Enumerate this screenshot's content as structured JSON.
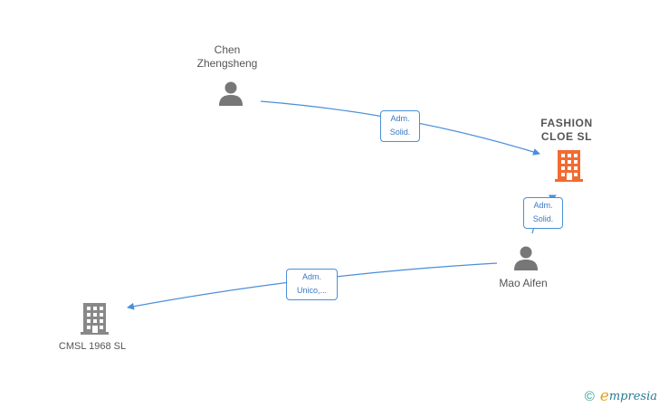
{
  "nodes": {
    "chen": {
      "name": "Chen\nZhengsheng",
      "kind": "person"
    },
    "fashion": {
      "name": "FASHION\nCLOE  SL",
      "kind": "company-main"
    },
    "mao": {
      "name": "Mao Aifen",
      "kind": "person"
    },
    "cmsl": {
      "name": "CMSL 1968 SL",
      "kind": "company"
    }
  },
  "edges": [
    {
      "from": "chen",
      "to": "fashion",
      "label": "Adm.\nSolid."
    },
    {
      "from": "mao",
      "to": "fashion",
      "label": "Adm.\nSolid."
    },
    {
      "from": "mao",
      "to": "cmsl",
      "label": "Adm.\nUnico,..."
    }
  ],
  "colors": {
    "edge": "#4a8fd8",
    "person_icon": "#777777",
    "company_main_icon": "#f26b2f",
    "company_icon": "#888888"
  },
  "brand": {
    "copyright": "©",
    "first_letter": "e",
    "rest": "mpresia"
  }
}
